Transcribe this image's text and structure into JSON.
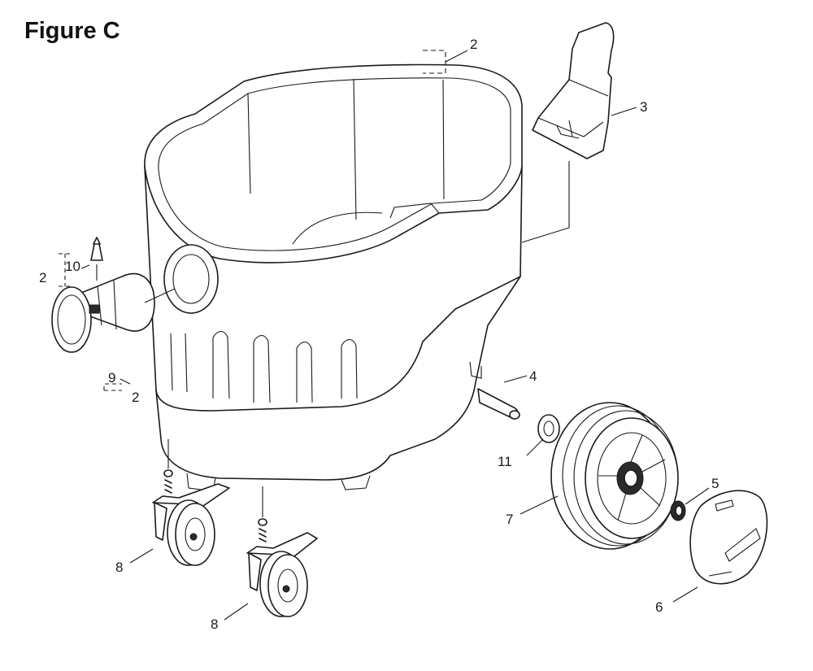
{
  "figure": {
    "title": "Figure C"
  },
  "callouts": [
    {
      "id": "c2-top",
      "text": "2"
    },
    {
      "id": "c3",
      "text": "3"
    },
    {
      "id": "c2-left",
      "text": "2"
    },
    {
      "id": "c10",
      "text": "10"
    },
    {
      "id": "c9",
      "text": "9"
    },
    {
      "id": "c2-bottom",
      "text": "2"
    },
    {
      "id": "c4",
      "text": "4"
    },
    {
      "id": "c11",
      "text": "11"
    },
    {
      "id": "c5",
      "text": "5"
    },
    {
      "id": "c7",
      "text": "7"
    },
    {
      "id": "c6",
      "text": "6"
    },
    {
      "id": "c8-left",
      "text": "8"
    },
    {
      "id": "c8-right",
      "text": "8"
    }
  ]
}
